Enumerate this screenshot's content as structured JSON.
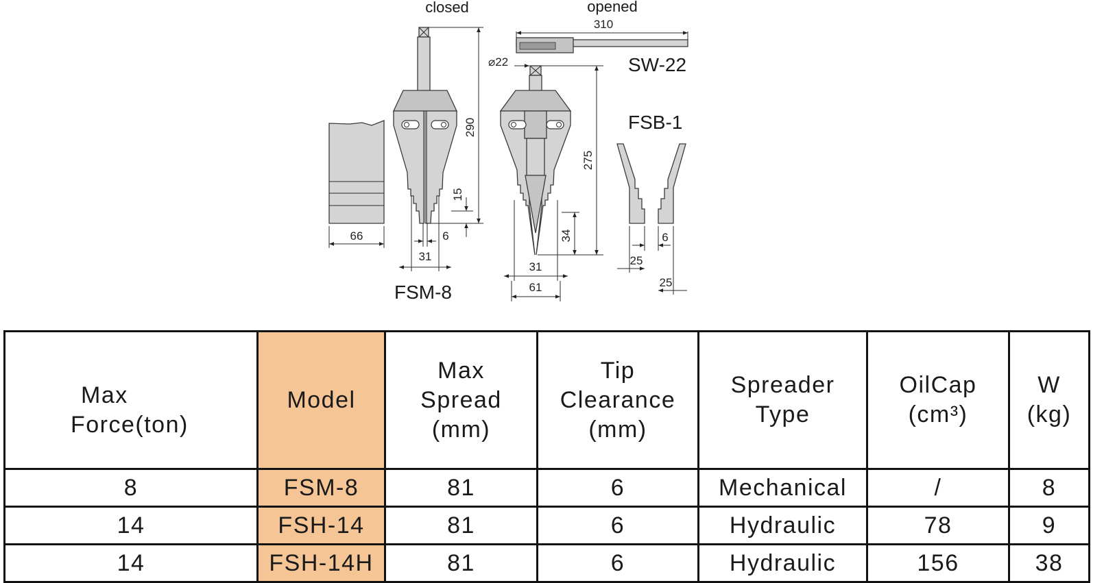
{
  "diagram": {
    "labels": {
      "closed": "closed",
      "opened": "opened",
      "sw22": "SW-22",
      "fsb1": "FSB-1",
      "fsm8": "FSM-8",
      "diameter": "⌀22"
    },
    "dimensions": {
      "d310": "310",
      "d290": "290",
      "d275": "275",
      "d66": "66",
      "d31a": "31",
      "d31b": "31",
      "d6a": "6",
      "d6b": "6",
      "d15": "15",
      "d34": "34",
      "d61": "61",
      "d25a": "25",
      "d25b": "25"
    }
  },
  "table": {
    "headers": {
      "force": [
        "Max",
        "Force(ton)"
      ],
      "model": "Model",
      "spread": [
        "Max",
        "Spread",
        "(mm)"
      ],
      "tip": [
        "Tip",
        "Clearance",
        "(mm)"
      ],
      "type": [
        "Spreader",
        "Type"
      ],
      "oil": [
        "OilCap",
        "(cm³)"
      ],
      "weight": [
        "W",
        "(kg)"
      ]
    },
    "rows": [
      {
        "force": "8",
        "model": "FSM-8",
        "spread": "81",
        "tip": "6",
        "type": "Mechanical",
        "oil": "/",
        "weight": "8"
      },
      {
        "force": "14",
        "model": "FSH-14",
        "spread": "81",
        "tip": "6",
        "type": "Hydraulic",
        "oil": "78",
        "weight": "9"
      },
      {
        "force": "14",
        "model": "FSH-14H",
        "spread": "81",
        "tip": "6",
        "type": "Hydraulic",
        "oil": "156",
        "weight": "38"
      }
    ],
    "colors": {
      "model_column": "#f5c595",
      "border": "#111111"
    }
  }
}
